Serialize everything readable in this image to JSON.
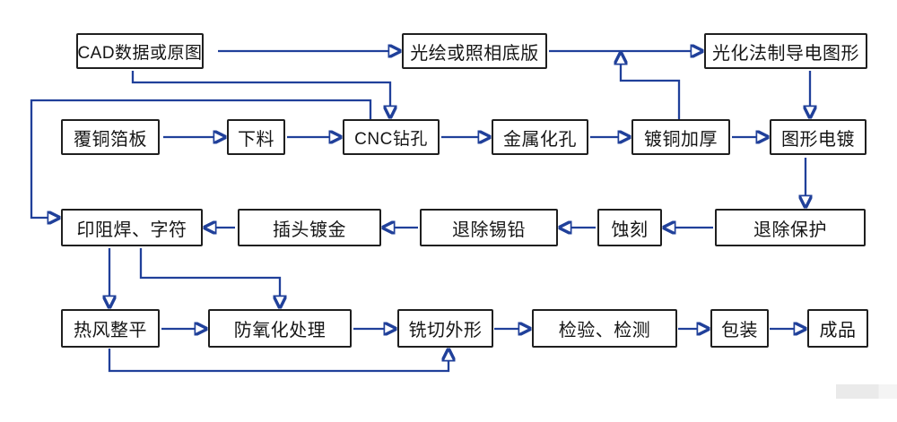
{
  "diagram": {
    "type": "flowchart",
    "language": "zh-CN",
    "colors": {
      "arrow_blue": "#2349c0",
      "line_blue": "#20409a",
      "box_border": "#1f1f1f",
      "box_fill": "#ffffff",
      "text": "#151515",
      "background": "#ffffff"
    }
  },
  "nodes": [
    {
      "id": "cad-data",
      "label": "CAD数据或原图"
    },
    {
      "id": "film-master",
      "label": "光绘或照相底版"
    },
    {
      "id": "photochemical-pattern",
      "label": "光化法制导电图形"
    },
    {
      "id": "copper-clad-laminate",
      "label": "覆铜箔板"
    },
    {
      "id": "blanking",
      "label": "下料"
    },
    {
      "id": "cnc-drilling",
      "label": "CNC钻孔"
    },
    {
      "id": "hole-metallization",
      "label": "金属化孔"
    },
    {
      "id": "copper-thickening",
      "label": "镀铜加厚"
    },
    {
      "id": "pattern-plating",
      "label": "图形电镀"
    },
    {
      "id": "solder-mask-legend",
      "label": "印阻焊、字符"
    },
    {
      "id": "connector-gold-plating",
      "label": "插头镀金"
    },
    {
      "id": "strip-tin-lead",
      "label": "退除锡铅"
    },
    {
      "id": "etching",
      "label": "蚀刻"
    },
    {
      "id": "strip-resist",
      "label": "退除保护"
    },
    {
      "id": "hot-air-leveling",
      "label": "热风整平"
    },
    {
      "id": "anti-oxidation",
      "label": "防氧化处理"
    },
    {
      "id": "routing",
      "label": "铣切外形"
    },
    {
      "id": "inspection",
      "label": "检验、检测"
    },
    {
      "id": "packaging",
      "label": "包装"
    },
    {
      "id": "finished-product",
      "label": "成品"
    }
  ],
  "edges": [
    {
      "from": "cad-data",
      "to": "film-master"
    },
    {
      "from": "film-master",
      "to": "photochemical-pattern"
    },
    {
      "from": "photochemical-pattern",
      "to": "pattern-plating"
    },
    {
      "from": "cad-data",
      "to": "cnc-drilling"
    },
    {
      "from": "cnc-drilling",
      "to": "solder-mask-legend"
    },
    {
      "from": "copper-clad-laminate",
      "to": "blanking"
    },
    {
      "from": "blanking",
      "to": "cnc-drilling"
    },
    {
      "from": "cnc-drilling",
      "to": "hole-metallization"
    },
    {
      "from": "hole-metallization",
      "to": "copper-thickening"
    },
    {
      "from": "copper-thickening",
      "to": "pattern-plating"
    },
    {
      "from": "copper-thickening",
      "to": "photochemical-pattern"
    },
    {
      "from": "pattern-plating",
      "to": "strip-resist"
    },
    {
      "from": "strip-resist",
      "to": "etching"
    },
    {
      "from": "etching",
      "to": "strip-tin-lead"
    },
    {
      "from": "strip-tin-lead",
      "to": "connector-gold-plating"
    },
    {
      "from": "connector-gold-plating",
      "to": "solder-mask-legend"
    },
    {
      "from": "solder-mask-legend",
      "to": "hot-air-leveling"
    },
    {
      "from": "solder-mask-legend",
      "to": "anti-oxidation"
    },
    {
      "from": "hot-air-leveling",
      "to": "anti-oxidation"
    },
    {
      "from": "anti-oxidation",
      "to": "routing"
    },
    {
      "from": "routing",
      "to": "inspection"
    },
    {
      "from": "inspection",
      "to": "packaging"
    },
    {
      "from": "packaging",
      "to": "finished-product"
    },
    {
      "from": "hot-air-leveling",
      "to": "routing"
    }
  ]
}
